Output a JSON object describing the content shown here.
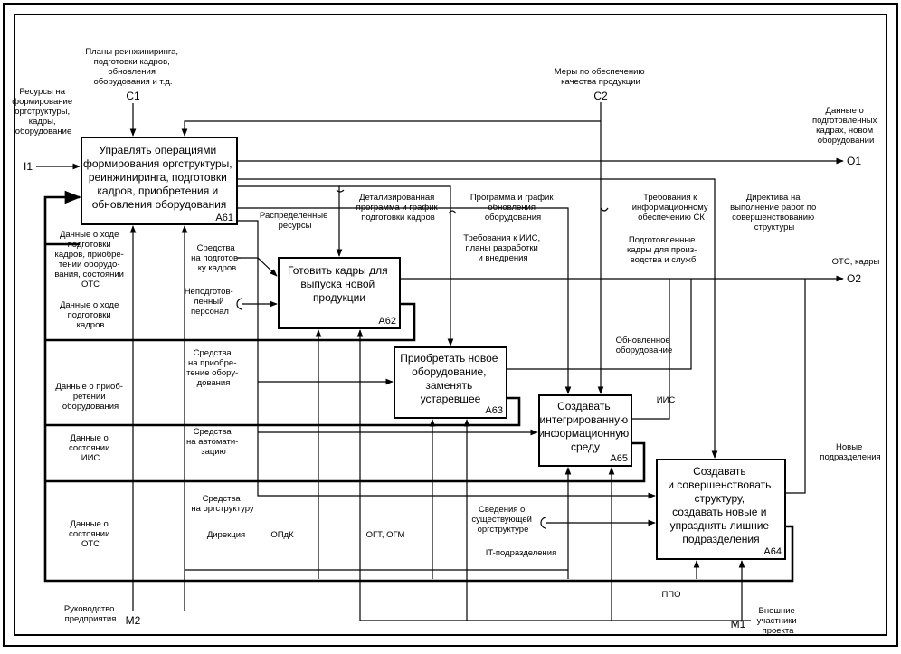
{
  "boxes": {
    "a61": {
      "title": [
        "Управлять операциями",
        "формирования оргструктуры,",
        "реинжиниринга, подготовки",
        "кадров, приобретения и",
        "обновления оборудования"
      ],
      "id": "А61"
    },
    "a62": {
      "title": [
        "Готовить кадры для",
        "выпуска новой",
        "продукции"
      ],
      "id": "А62"
    },
    "a63": {
      "title": [
        "Приобретать новое",
        "оборудование,",
        "заменять",
        "устаревшее"
      ],
      "id": "А63"
    },
    "a65": {
      "title": [
        "Создавать",
        "интегрированную",
        "информационную",
        "среду"
      ],
      "id": "А65"
    },
    "a64": {
      "title": [
        "Создавать",
        "и совершенствовать",
        "структуру,",
        "создавать новые и",
        "упразднять лишние",
        "подразделения"
      ],
      "id": "А64"
    }
  },
  "ports": {
    "c1": "С1",
    "c2": "С2",
    "i1": "I1",
    "o1": "О1",
    "o2": "О2",
    "m1": "М1",
    "m2": "М2"
  },
  "labels": {
    "c1": [
      "Планы реинжиниринга,",
      "подготовки кадров,",
      "обновления",
      "оборудования и т.д."
    ],
    "c2": [
      "Меры по обеспечению",
      "качества продукции"
    ],
    "i1": [
      "Ресурсы на",
      "формирование",
      "оргструктуры,",
      "кадры,",
      "оборудование"
    ],
    "o1": [
      "Данные о",
      "подготовленных",
      "кадрах, новом",
      "оборудовании"
    ],
    "o2": [
      "ОТС, кадры"
    ],
    "m2": [
      "Руководство",
      "предприятия"
    ],
    "m1": [
      "Внешние",
      "участники",
      "проекта"
    ],
    "distributed": [
      "Распределенные",
      "ресурсы"
    ],
    "detailed_program": [
      "Детализированная",
      "программа и график",
      "подготовки кадров"
    ],
    "equip_program": [
      "Программа и график",
      "обновления",
      "оборудования"
    ],
    "requirements_sk": [
      "Требования к",
      "информационному",
      "обеспечению СК"
    ],
    "directive": [
      "Директива на",
      "выполнение работ по",
      "совершенствованию",
      "структуры"
    ],
    "req_iis": [
      "Требования к ИИС,",
      "планы разработки",
      "и внедрения"
    ],
    "trained_staff": [
      "Подготовленные",
      "кадры для произ-",
      "водства и служб"
    ],
    "updated_equipment": [
      "Обновленное",
      "оборудование"
    ],
    "iis": [
      "ИИС"
    ],
    "new_units": [
      "Новые",
      "подразделения"
    ],
    "fb_training_progress": [
      "Данные о ходе",
      "подготовки",
      "кадров, приобре-",
      "тении оборудо-",
      "вания, состоянии",
      "ОТС"
    ],
    "fb_training": [
      "Данные о ходе",
      "подготовки",
      "кадров"
    ],
    "fb_acquisition": [
      "Данные о приоб-",
      "ретении",
      "оборудования"
    ],
    "fb_iis_state": [
      "Данные о",
      "состоянии",
      "ИИС"
    ],
    "fb_ots_state": [
      "Данные о",
      "состоянии",
      "ОТС"
    ],
    "funds_training": [
      "Средства",
      "на подготов-",
      "ку кадров"
    ],
    "unprepared": [
      "Неподготов-",
      "ленный",
      "персонал"
    ],
    "funds_equipment": [
      "Средства",
      "на приобре-",
      "тение обору-",
      "дования"
    ],
    "funds_automation": [
      "Средства",
      "на автомати-",
      "зацию"
    ],
    "funds_structure": [
      "Средства",
      "на оргструктуру"
    ],
    "existing_structure": [
      "Сведения о",
      "существующей",
      "оргструктуре"
    ],
    "directorate": [
      "Дирекция"
    ],
    "opdk": [
      "ОПдК"
    ],
    "ogt": [
      "ОГТ, ОГМ"
    ],
    "it_units": [
      "IT-подразделения"
    ],
    "ppo": [
      "ППО"
    ]
  }
}
